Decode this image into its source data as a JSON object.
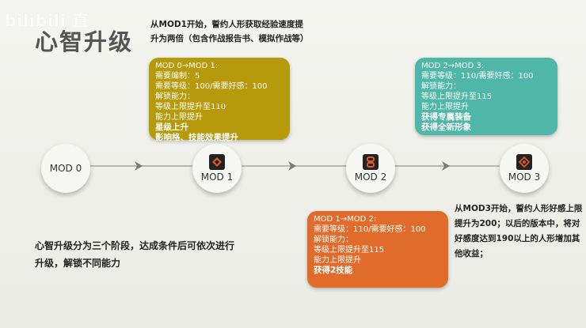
{
  "watermark": "bilibili 直",
  "page_title": "心智升级",
  "top_note": "从MOD1开始，誓约人形获取经验速度提升为两倍（包含作战报告书、模拟作战等）",
  "mod1_box": {
    "color": "#b69a0b",
    "lines": [
      "MOD 0→MOD 1:",
      "需要编制：5",
      "需要等级：100/需要好感：100",
      "解锁能力：",
      "等级上限提升至110",
      "能力上限提升"
    ],
    "bold_lines": [
      "星级上升",
      "影响格、技能效果提升"
    ]
  },
  "mod3_box": {
    "color": "#4fb7a7",
    "lines": [
      "MOD 2→MOD 3:",
      "需要等级：110/需要好感：100",
      "解锁能力：",
      "等级上限提升至115",
      "能力上限提升"
    ],
    "bold_lines": [
      "获得专属装备",
      "获得全新形象"
    ]
  },
  "mod2_box": {
    "color": "#e06b2a",
    "lines": [
      "MOD 1→MOD 2:",
      "需要等级：110/需要好感：100",
      "解锁能力：",
      "等级上限提升至115",
      "能力上限提升"
    ],
    "bold_lines": [
      "获得2技能"
    ]
  },
  "timeline": {
    "nodes": [
      "MOD 0",
      "MOD 1",
      "MOD 2",
      "MOD 3"
    ]
  },
  "right_note": "从MOD3开始，誓约人形好感上限提升为200；以后的版本中，将对好感度达到190以上的人形增加其他收益；",
  "bottom_note": "心智升级分为三个阶段，达成条件后可依次进行升级，解锁不同能力"
}
